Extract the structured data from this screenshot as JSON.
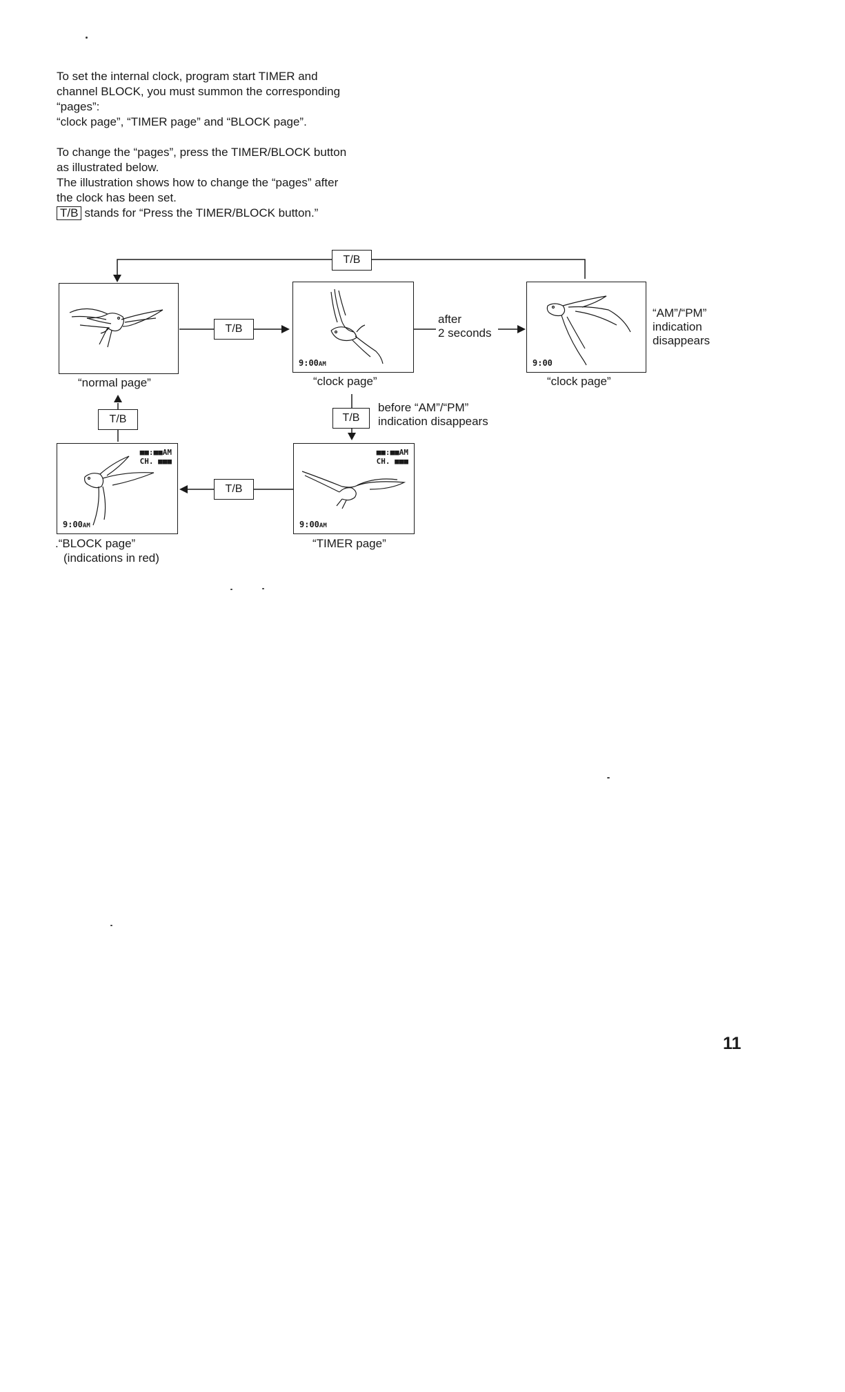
{
  "intro": {
    "p1_l1": "To set the internal clock, program start TIMER and",
    "p1_l2": "channel BLOCK, you must summon the corresponding",
    "p1_l3": "“pages”:",
    "p1_l4": "“clock page”, “TIMER page” and “BLOCK page”.",
    "p2_l1": "To change the “pages”, press the TIMER/BLOCK button",
    "p2_l2": "as illustrated below.",
    "p3_l1": "The illustration shows how to change the “pages” after",
    "p3_l2": "the clock has been set.",
    "p4_key": "T/B",
    "p4_rest": "stands for “Press the TIMER/BLOCK button.”"
  },
  "diagram": {
    "tb_label": "T/B",
    "screens": {
      "normal": {
        "caption": "“normal page”"
      },
      "clock": {
        "caption": "“clock page”",
        "time": "9:00",
        "ampm": "AM"
      },
      "clock2": {
        "caption": "“clock page”",
        "time": "9:00"
      },
      "timer": {
        "caption": "“TIMER page”",
        "time": "9:00",
        "ampm": "AM",
        "ind1": "■■:■■AM",
        "ind2": "CH. ■■■"
      },
      "block": {
        "caption_l1": ".“BLOCK page”",
        "caption_l2": "(indications in red)",
        "time": "9:00",
        "ampm": "AM",
        "ind1": "■■:■■AM",
        "ind2": "CH. ■■■"
      }
    },
    "after_l1": "after",
    "after_l2": "2 seconds",
    "ampm_note_l1": "“AM”/“PM”",
    "ampm_note_l2": "indication",
    "ampm_note_l3": "disappears",
    "before_l1": "before “AM”/“PM”",
    "before_l2": "indication disappears"
  },
  "page_number": "11"
}
